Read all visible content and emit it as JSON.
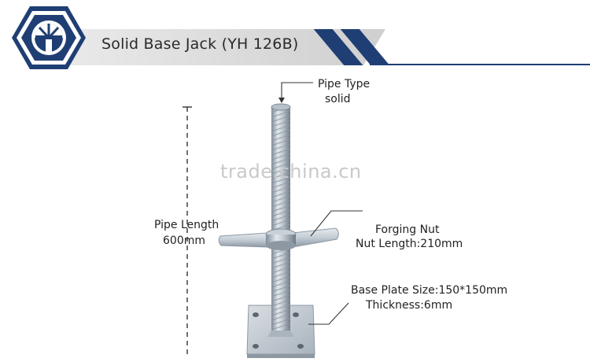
{
  "header": {
    "title": "Solid Base Jack (YH 126B)",
    "accent_color": "#1f3f74",
    "logo_icon": "wheel-emblem-icon"
  },
  "watermark": "trade.china.cn",
  "callouts": {
    "pipe_type": {
      "line1": "Pipe Type",
      "line2": "solid"
    },
    "pipe_length": {
      "line1": "Pipe Length",
      "line2": "600mm"
    },
    "forging_nut": {
      "line1": "Forging Nut",
      "line2": "Nut Length:210mm"
    },
    "base_plate": {
      "line1": "Base Plate Size:150*150mm",
      "line2": "Thickness:6mm"
    }
  },
  "product_icon": "base-jack-illustration-icon"
}
